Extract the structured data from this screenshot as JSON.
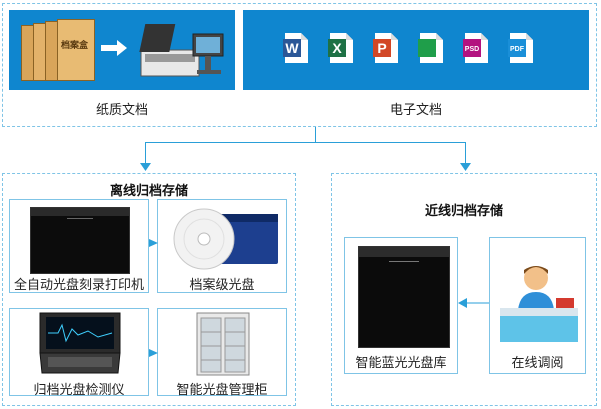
{
  "top": {
    "paper_label": "纸质文档",
    "electronic_label": "电子文档",
    "folder_text": "档案盒",
    "file_icons": [
      {
        "name": "word-icon",
        "letter": "W",
        "color": "#2b5797"
      },
      {
        "name": "excel-icon",
        "letter": "X",
        "color": "#1e7145"
      },
      {
        "name": "powerpoint-icon",
        "letter": "P",
        "color": "#d24726"
      },
      {
        "name": "generic-file-icon",
        "letter": "",
        "color": "#1f9e4a"
      },
      {
        "name": "psd-icon",
        "letter": "PSD",
        "color": "#b3137f"
      },
      {
        "name": "pdf-icon",
        "letter": "PDF",
        "color": "#1a8fd8"
      }
    ]
  },
  "offline": {
    "title": "离线归档存储",
    "printer_label": "全自动光盘刻录打印机",
    "disc_label": "档案级光盘",
    "tester_label": "归档光盘检测仪",
    "cabinet_label": "智能光盘管理柜"
  },
  "nearline": {
    "title": "近线归档存储",
    "library_label": "智能蓝光光盘库",
    "online_label": "在线调阅"
  },
  "colors": {
    "accent": "#0f86cf",
    "border": "#7fc4e6",
    "arrow": "#2a9fd8"
  }
}
